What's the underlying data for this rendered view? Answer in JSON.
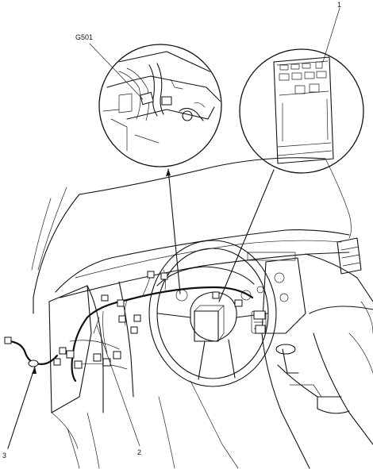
{
  "callouts": {
    "c1": "1",
    "c2": "2",
    "c3": "3",
    "ground": "G501"
  }
}
